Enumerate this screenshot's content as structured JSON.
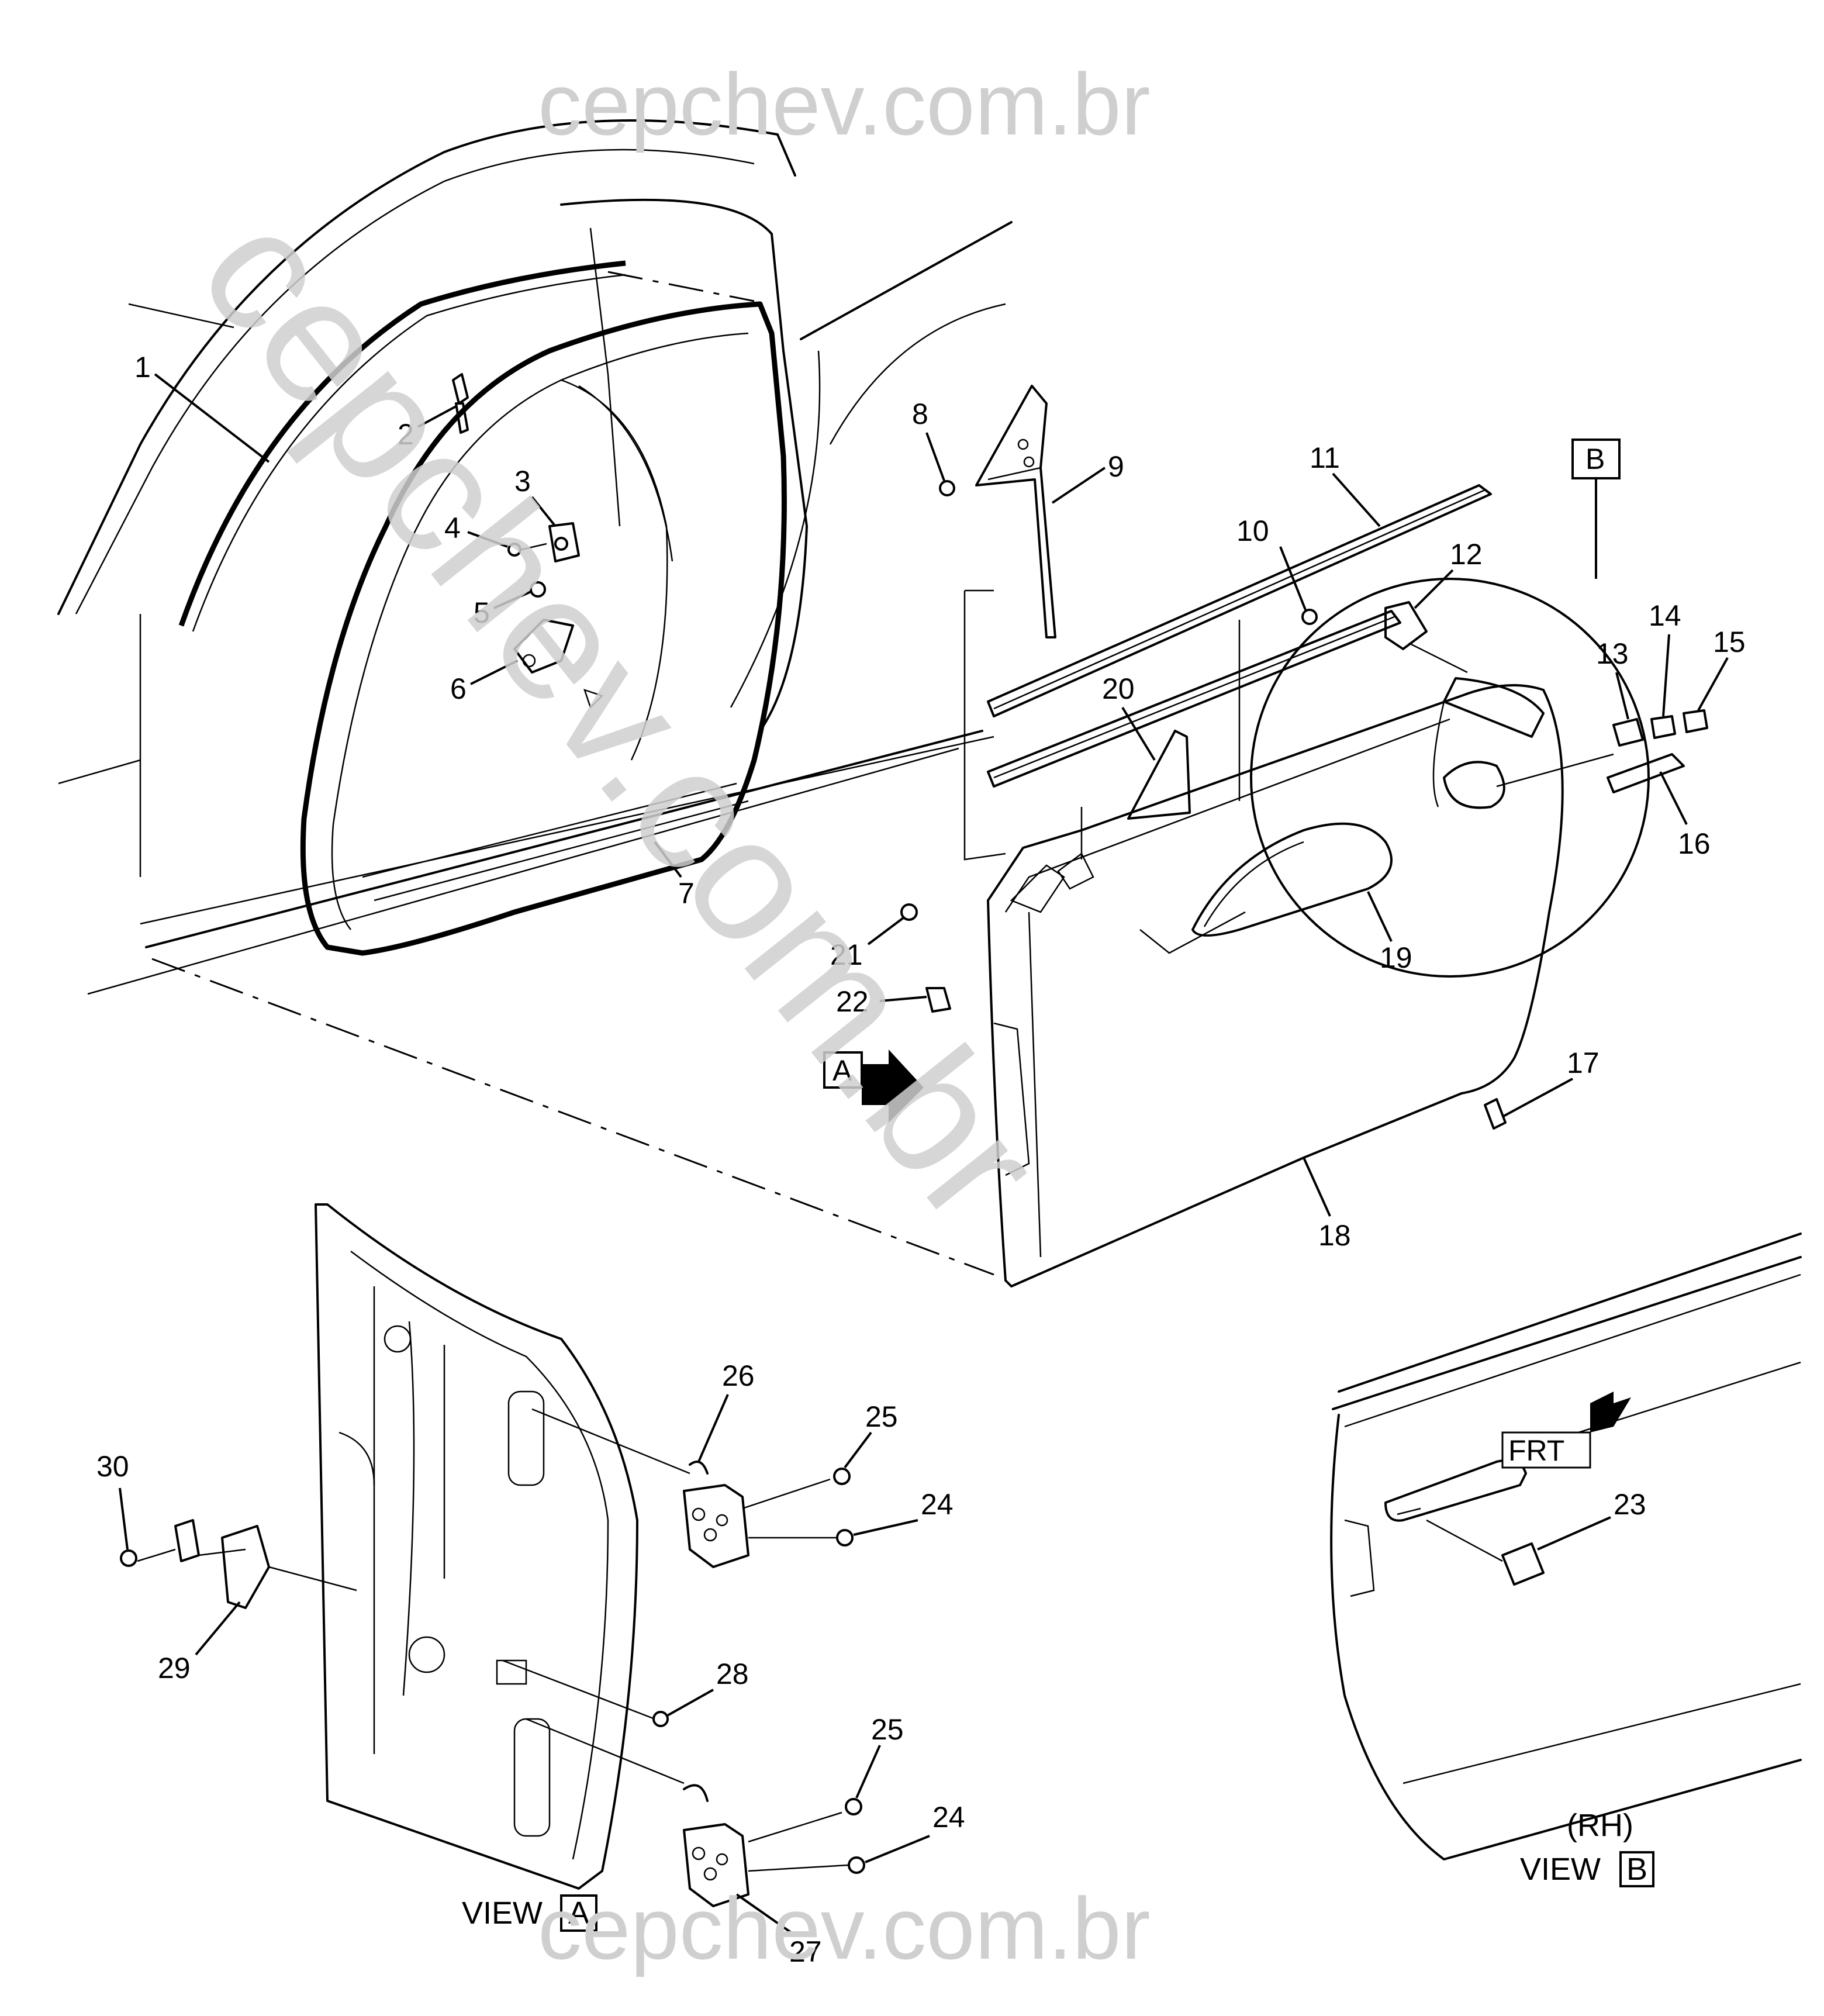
{
  "watermark": {
    "top": "cepchev.com.br",
    "bottom": "cepchev.com.br",
    "diagonal": "cepchev.com.br"
  },
  "callouts": [
    {
      "id": "c1",
      "text": "1"
    },
    {
      "id": "c2",
      "text": "2"
    },
    {
      "id": "c3",
      "text": "3"
    },
    {
      "id": "c4",
      "text": "4"
    },
    {
      "id": "c5",
      "text": "5"
    },
    {
      "id": "c6",
      "text": "6"
    },
    {
      "id": "c7",
      "text": "7"
    },
    {
      "id": "c8",
      "text": "8"
    },
    {
      "id": "c9",
      "text": "9"
    },
    {
      "id": "c10",
      "text": "10"
    },
    {
      "id": "c11",
      "text": "11"
    },
    {
      "id": "c12",
      "text": "12"
    },
    {
      "id": "c13",
      "text": "13"
    },
    {
      "id": "c14",
      "text": "14"
    },
    {
      "id": "c15",
      "text": "15"
    },
    {
      "id": "c16",
      "text": "16"
    },
    {
      "id": "c17",
      "text": "17"
    },
    {
      "id": "c18",
      "text": "18"
    },
    {
      "id": "c19",
      "text": "19"
    },
    {
      "id": "c20",
      "text": "20"
    },
    {
      "id": "c21",
      "text": "21"
    },
    {
      "id": "c22",
      "text": "22"
    },
    {
      "id": "c23",
      "text": "23"
    },
    {
      "id": "c24a",
      "text": "24"
    },
    {
      "id": "c24b",
      "text": "24"
    },
    {
      "id": "c25a",
      "text": "25"
    },
    {
      "id": "c25b",
      "text": "25"
    },
    {
      "id": "c26",
      "text": "26"
    },
    {
      "id": "c27",
      "text": "27"
    },
    {
      "id": "c28",
      "text": "28"
    },
    {
      "id": "c29",
      "text": "29"
    },
    {
      "id": "c30",
      "text": "30"
    }
  ],
  "view_markers": {
    "b_box": "B",
    "a_arrow": "A",
    "frt": "FRT"
  },
  "view_a": {
    "text": "VIEW",
    "box": "A"
  },
  "view_b": {
    "side": "(RH)",
    "text": "VIEW",
    "box": "B"
  }
}
